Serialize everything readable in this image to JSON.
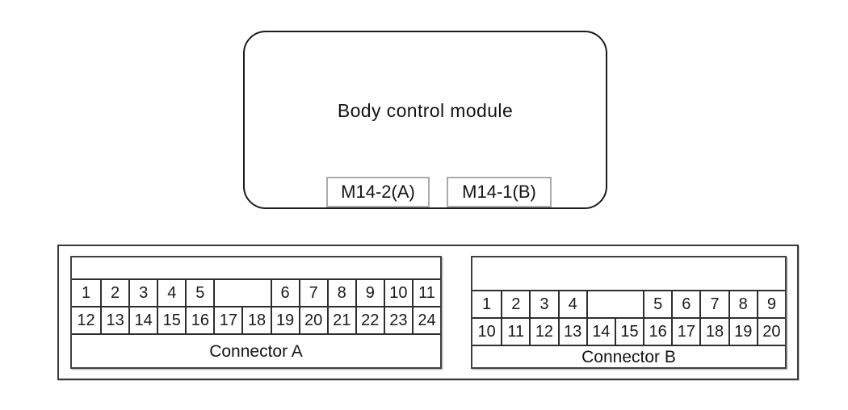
{
  "module": {
    "title": "Body control module",
    "tags": [
      {
        "label": "M14-2(A)"
      },
      {
        "label": "M14-1(B)"
      }
    ]
  },
  "connectors": [
    {
      "name": "Connector A",
      "columns": 13,
      "top_row": [
        {
          "label": "1",
          "span": 1
        },
        {
          "label": "2",
          "span": 1
        },
        {
          "label": "3",
          "span": 1
        },
        {
          "label": "4",
          "span": 1
        },
        {
          "label": "5",
          "span": 1
        },
        {
          "label": "",
          "span": 2
        },
        {
          "label": "6",
          "span": 1
        },
        {
          "label": "7",
          "span": 1
        },
        {
          "label": "8",
          "span": 1
        },
        {
          "label": "9",
          "span": 1
        },
        {
          "label": "10",
          "span": 1
        },
        {
          "label": "11",
          "span": 1
        }
      ],
      "bottom_row": [
        "12",
        "13",
        "14",
        "15",
        "16",
        "17",
        "18",
        "19",
        "20",
        "21",
        "22",
        "23",
        "24"
      ]
    },
    {
      "name": "Connector B",
      "columns": 11,
      "top_row": [
        {
          "label": "1",
          "span": 1
        },
        {
          "label": "2",
          "span": 1
        },
        {
          "label": "3",
          "span": 1
        },
        {
          "label": "4",
          "span": 1
        },
        {
          "label": "",
          "span": 2
        },
        {
          "label": "5",
          "span": 1
        },
        {
          "label": "6",
          "span": 1
        },
        {
          "label": "7",
          "span": 1
        },
        {
          "label": "8",
          "span": 1
        },
        {
          "label": "9",
          "span": 1
        }
      ],
      "bottom_row": [
        "10",
        "11",
        "12",
        "13",
        "14",
        "15",
        "16",
        "17",
        "18",
        "19",
        "20"
      ]
    }
  ],
  "colors": {
    "line": "#2e2e2e",
    "module_border": "#1c1c1c",
    "tag_border": "#ababab",
    "background": "#ffffff"
  }
}
